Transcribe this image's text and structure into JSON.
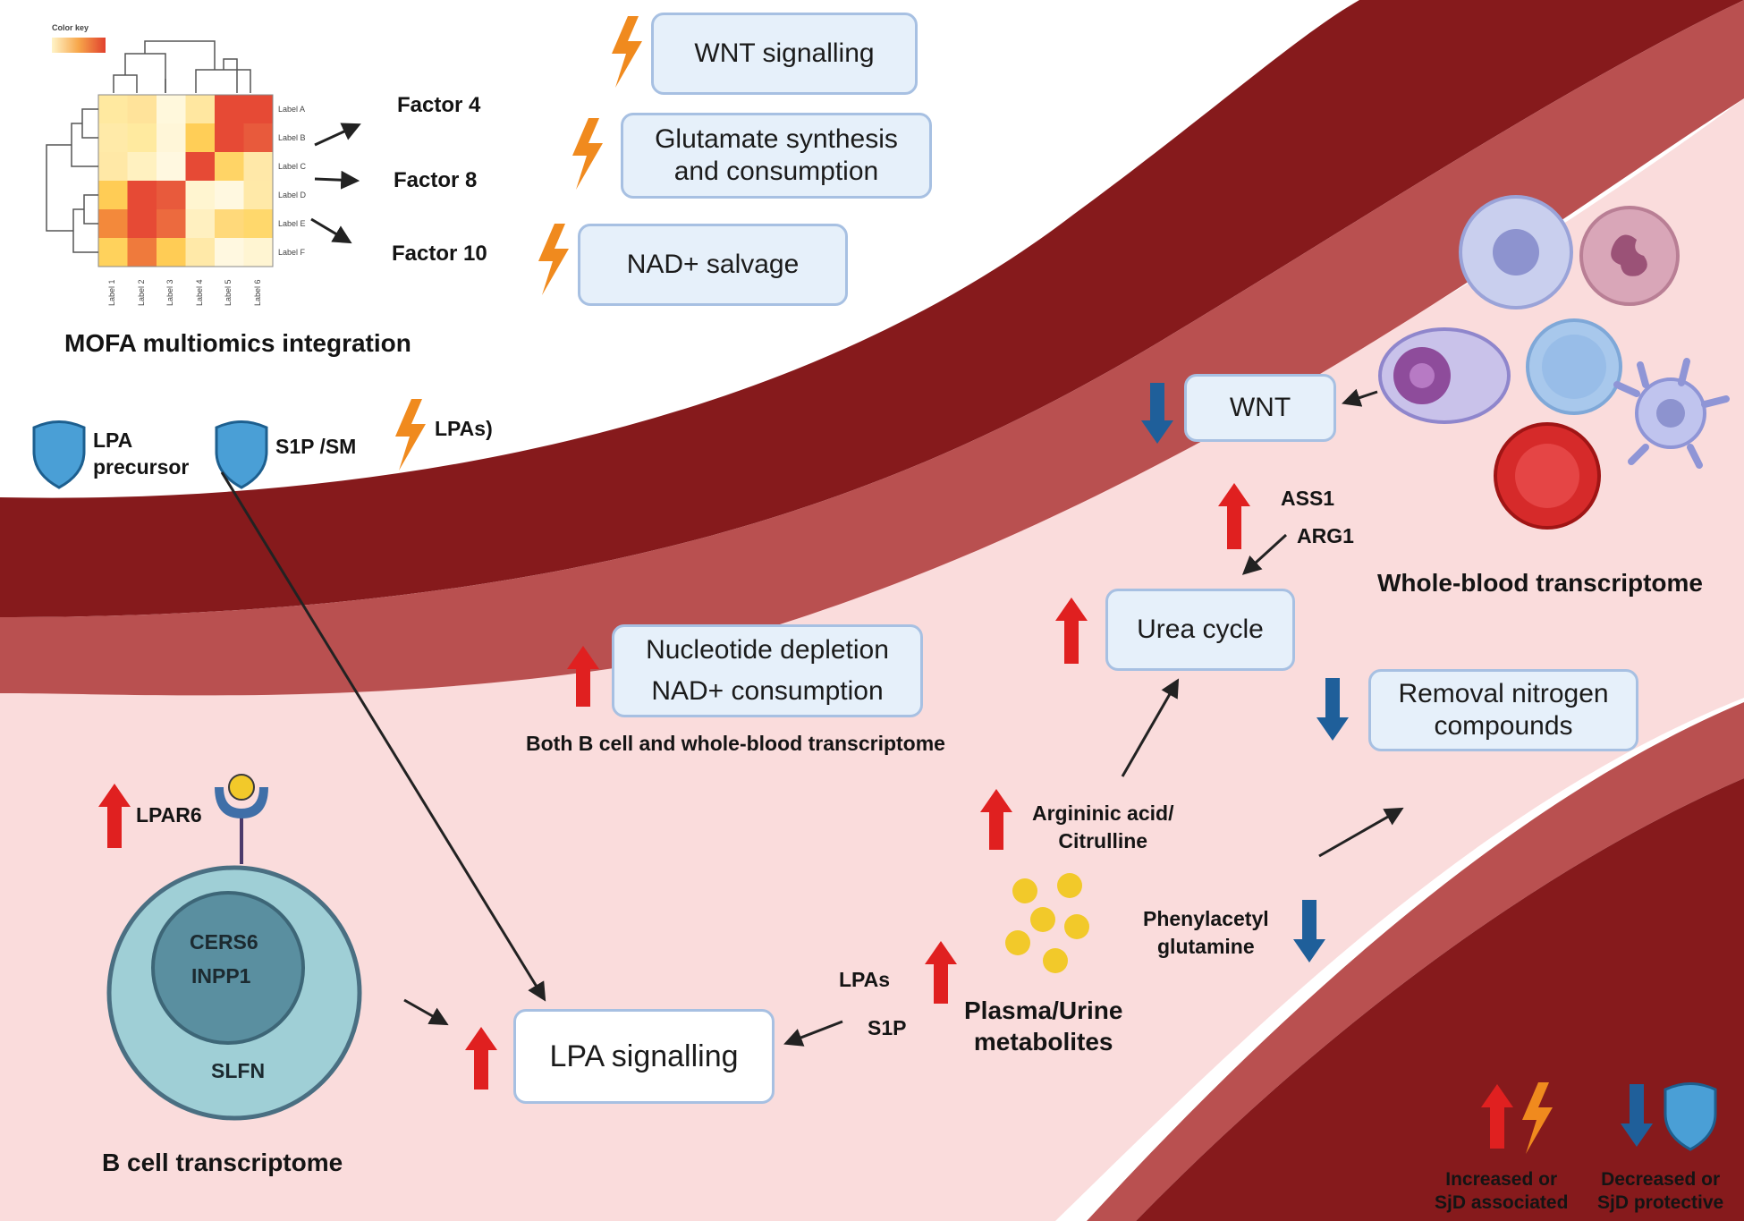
{
  "colors": {
    "vessel_dark": "#861a1c",
    "vessel_mid": "#b95050",
    "lumen": "#fadcdc",
    "box_fill": "#e6f0fa",
    "box_border": "#a7c0e2",
    "arrow_up": "#e02020",
    "arrow_down": "#1f5f9a",
    "lightning": "#f08a1e",
    "shield": "#4a9fd6",
    "metabolite": "#f2c92a"
  },
  "heatmap": {
    "color_key_label": "Color key",
    "row_labels": [
      "Label A",
      "Label B",
      "Label C",
      "Label D",
      "Label E",
      "Label F"
    ],
    "col_labels": [
      "Label 1",
      "Label 2",
      "Label 3",
      "Label 4",
      "Label 5",
      "Label 6"
    ],
    "cell_colors": [
      [
        "#ffe9a0",
        "#ffe39a",
        "#fff8dc",
        "#ffe7a0",
        "#e64a35",
        "#e64a35"
      ],
      [
        "#ffeaa8",
        "#ffea9f",
        "#fff6d8",
        "#ffce57",
        "#e64a35",
        "#e85a3c"
      ],
      [
        "#ffe8a6",
        "#fff1c0",
        "#fff8e0",
        "#e64a35",
        "#ffd466",
        "#ffe8a8"
      ],
      [
        "#ffcc55",
        "#e64a35",
        "#e85a3c",
        "#fff5d0",
        "#fff8e0",
        "#ffe9a8"
      ],
      [
        "#f3893b",
        "#e64a35",
        "#ec6a3e",
        "#fff0c0",
        "#ffd97a",
        "#ffd86c"
      ],
      [
        "#ffd25c",
        "#ef7a3c",
        "#ffcc55",
        "#ffe9a8",
        "#fff8e0",
        "#fff5d2"
      ]
    ]
  },
  "mofa": {
    "title": "MOFA multiomics integration",
    "factors": [
      "Factor 4",
      "Factor 8",
      "Factor 10"
    ],
    "pathways": [
      "WNT signalling",
      "Glutamate synthesis\nand consumption",
      "NAD+ salvage"
    ]
  },
  "top_left": {
    "lpa_precursor": "LPA\nprecursor",
    "s1p_sm": "S1P /SM",
    "lpas": "LPAs)"
  },
  "whole_blood": {
    "title": "Whole-blood transcriptome",
    "wnt": "WNT",
    "ass1": "ASS1",
    "arg1": "ARG1",
    "urea_cycle": "Urea cycle",
    "removal": "Removal nitrogen\ncompounds"
  },
  "middle": {
    "nucleotide": "Nucleotide depletion\nNAD+ consumption",
    "both_caption": "Both B cell and whole-blood transcriptome",
    "argininic": "Argininic acid/\nCitrulline",
    "phenylacetyl": "Phenylacetyl\nglutamine",
    "plasma": "Plasma/Urine\nmetabolites",
    "lpas": "LPAs",
    "s1p": "S1P",
    "lpa_signalling": "LPA signalling"
  },
  "bcell": {
    "title": "B cell transcriptome",
    "lpar6": "LPAR6",
    "cers6": "CERS6",
    "inpp1": "INPP1",
    "slfn": "SLFN"
  },
  "legend": {
    "increased": "Increased or\nSjD associated",
    "decreased": "Decreased or\nSjD protective"
  }
}
